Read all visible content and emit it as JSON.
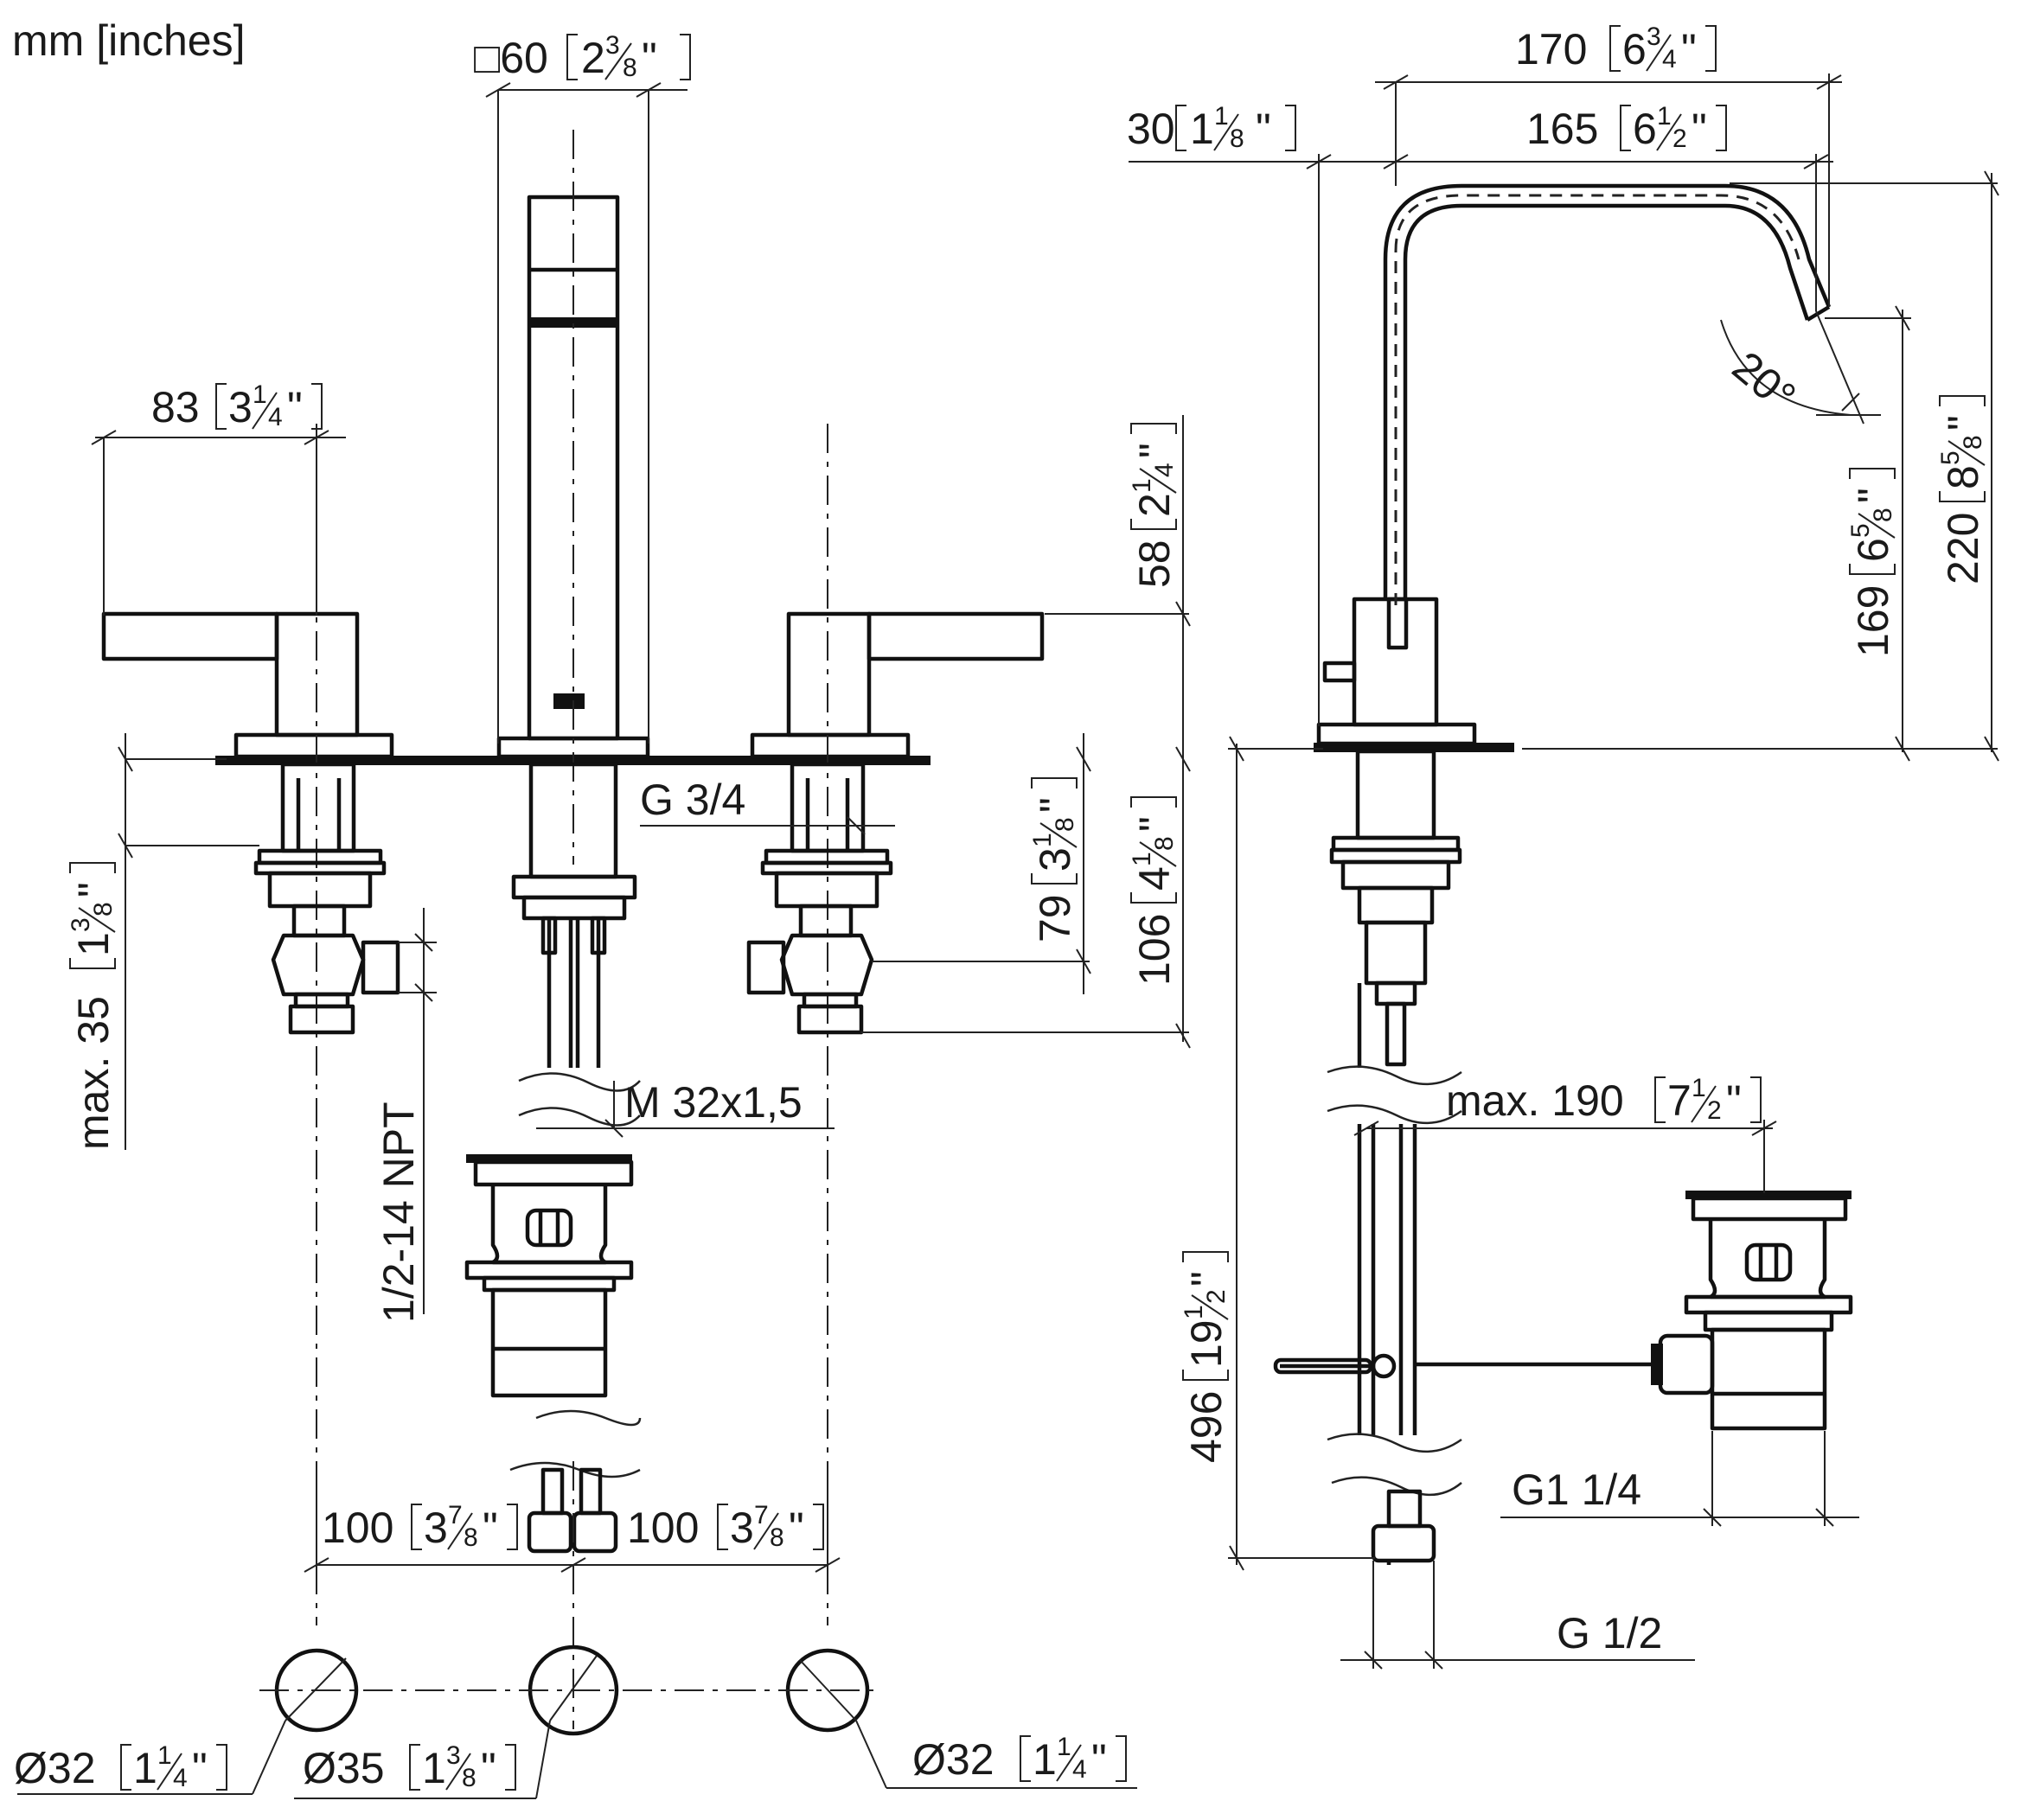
{
  "units_label": "mm [inches]",
  "dimensions": {
    "square_60": {
      "symbol": "□",
      "mm": "60",
      "whole": "2",
      "num": "3",
      "den": "8",
      "q": "\""
    },
    "d83": {
      "mm": "83",
      "whole": "3",
      "num": "1",
      "den": "4",
      "q": "\""
    },
    "d58": {
      "mm": "58",
      "whole": "2",
      "num": "1",
      "den": "4",
      "q": "\""
    },
    "d79": {
      "mm": "79",
      "whole": "3",
      "num": "1",
      "den": "8",
      "q": "\""
    },
    "d106": {
      "mm": "106",
      "whole": "4",
      "num": "1",
      "den": "8",
      "q": "\""
    },
    "max35": {
      "prefix": "max.",
      "mm": "35",
      "whole": "1",
      "num": "3",
      "den": "8",
      "q": "\""
    },
    "d100_left": {
      "mm": "100",
      "whole": "3",
      "num": "7",
      "den": "8",
      "q": "\""
    },
    "d100_right": {
      "mm": "100",
      "whole": "3",
      "num": "7",
      "den": "8",
      "q": "\""
    },
    "dia32_left": {
      "symbol": "Ø",
      "mm": "32",
      "whole": "1",
      "num": "1",
      "den": "4",
      "q": "\""
    },
    "dia35": {
      "symbol": "Ø",
      "mm": "35",
      "whole": "1",
      "num": "3",
      "den": "8",
      "q": "\""
    },
    "dia32_right": {
      "symbol": "Ø",
      "mm": "32",
      "whole": "1",
      "num": "1",
      "den": "4",
      "q": "\""
    },
    "d170": {
      "mm": "170",
      "whole": "6",
      "num": "3",
      "den": "4",
      "q": "\""
    },
    "d165": {
      "mm": "165",
      "whole": "6",
      "num": "1",
      "den": "2",
      "q": "\""
    },
    "d30": {
      "mm": "30",
      "whole": "1",
      "num": "1",
      "den": "8",
      "q": "\""
    },
    "d169": {
      "mm": "169",
      "whole": "6",
      "num": "5",
      "den": "8",
      "q": "\""
    },
    "d220": {
      "mm": "220",
      "whole": "8",
      "num": "5",
      "den": "8",
      "q": "\""
    },
    "max190": {
      "prefix": "max.",
      "mm": "190",
      "whole": "7",
      "num": "1",
      "den": "2",
      "q": "\""
    },
    "d496": {
      "mm": "496",
      "whole": "19",
      "num": "1",
      "den": "2",
      "q": "\""
    }
  },
  "callouts": {
    "g34": "G 3/4",
    "m32": "M 32x1,5",
    "npt": "1/2-14 NPT",
    "g114": "G1 1/4",
    "g12": "G 1/2",
    "angle20": "20°"
  }
}
